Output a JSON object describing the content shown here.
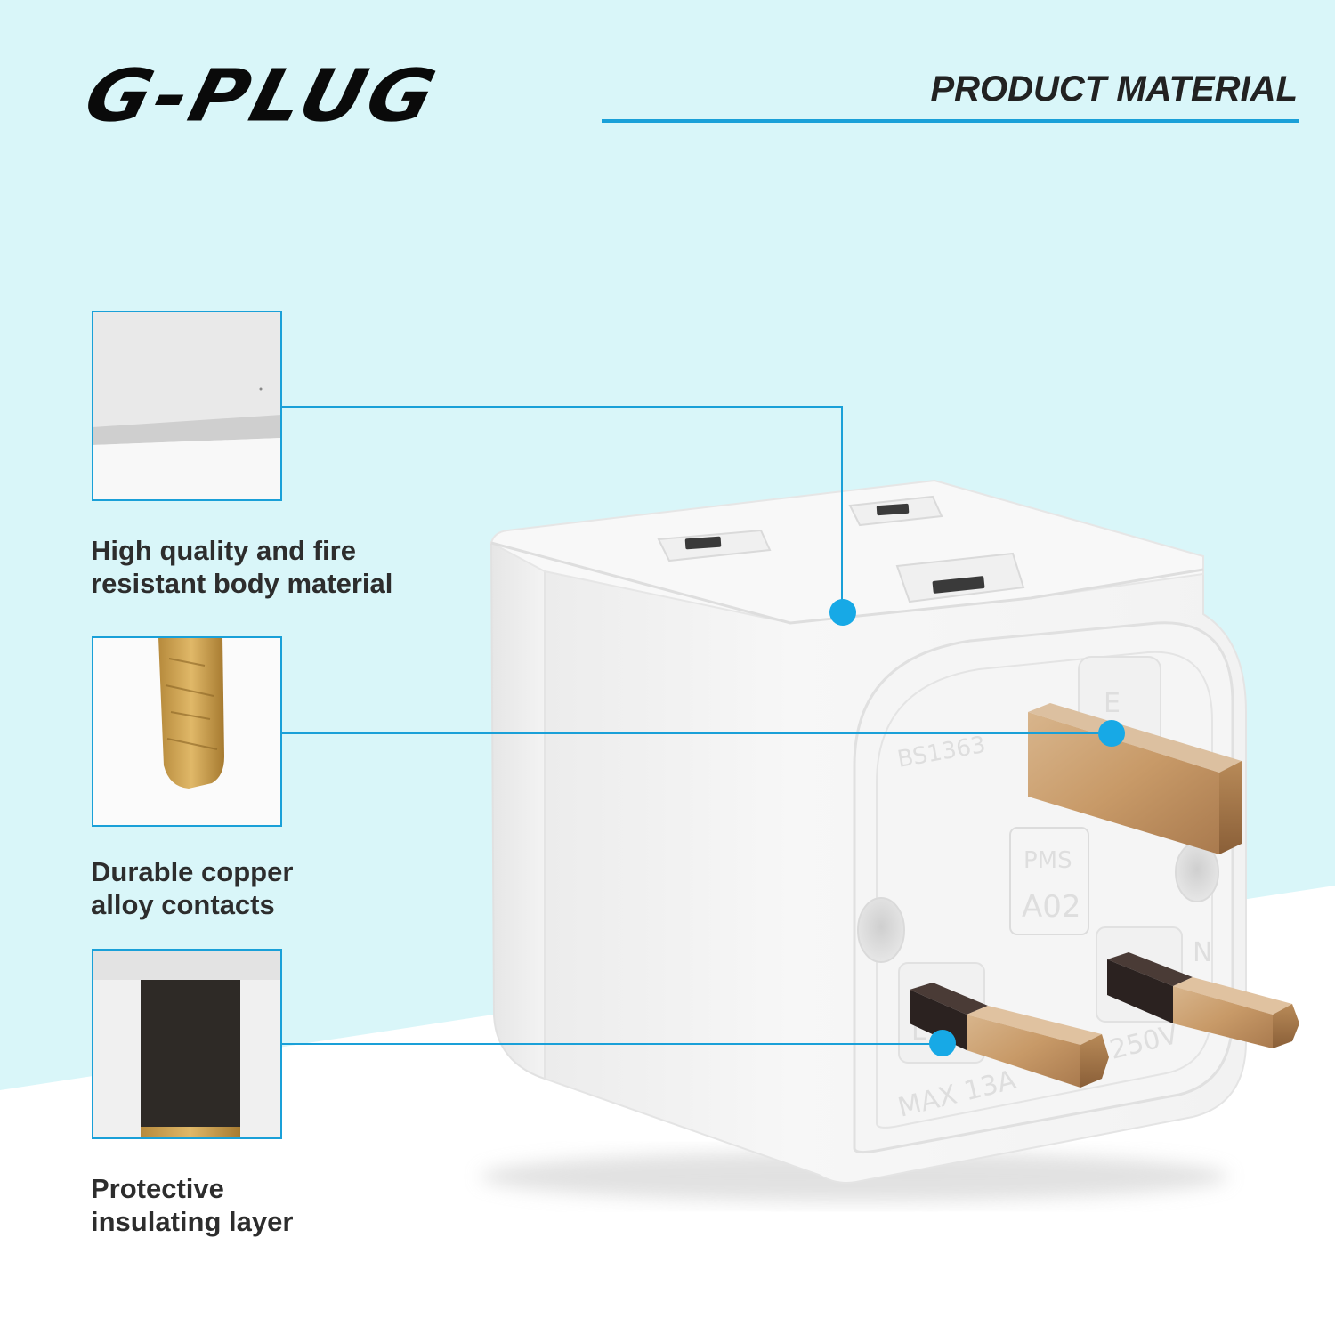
{
  "brand": {
    "logo_text": "G-PLUG"
  },
  "header": {
    "title": "PRODUCT MATERIAL"
  },
  "features": [
    {
      "lines": [
        "High quality and fire",
        "resistant body material"
      ],
      "detail": "white-plastic-body"
    },
    {
      "lines": [
        "Durable copper",
        "alloy contacts"
      ],
      "detail": "copper-pin"
    },
    {
      "lines": [
        "Protective",
        "insulating layer"
      ],
      "detail": "insulated-pin-sleeve"
    }
  ],
  "plug_markings": {
    "earth_pin_letter": "E",
    "standard": "BS1363",
    "maker_mark": "PMS",
    "model": "A02",
    "live_letter": "L",
    "neutral_letter": "N",
    "rating_current": "MAX 13A",
    "rating_voltage": "250V"
  },
  "colors": {
    "background_top": "#d9f6f9",
    "accent": "#1aa0d8",
    "callout_dot": "#17a9e6",
    "copper": "#c49a6c",
    "insulation": "#2b2220"
  }
}
